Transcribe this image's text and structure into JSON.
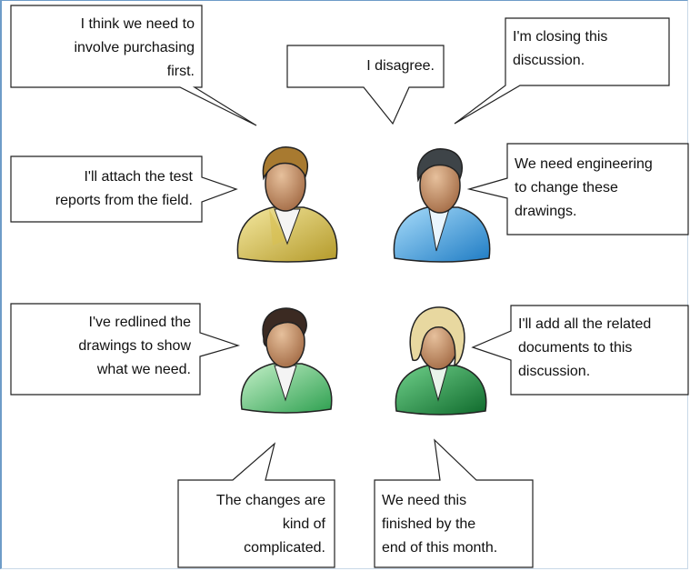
{
  "bubbles": {
    "purchasing": [
      "I think we need to",
      "involve purchasing",
      "first."
    ],
    "disagree": [
      "I disagree."
    ],
    "closing": [
      "I'm closing this",
      "discussion."
    ],
    "test_reports": [
      "I'll attach the test",
      "reports from the field."
    ],
    "engineering": [
      "We need engineering",
      "to change these",
      "drawings."
    ],
    "redlined": [
      "I've redlined the",
      "drawings to show",
      "what we need."
    ],
    "related_docs": [
      "I'll add all the related",
      "documents to this",
      "discussion."
    ],
    "complicated": [
      "The changes are",
      "kind of",
      "complicated."
    ],
    "finished": [
      "We need this",
      "finished by the",
      "end of this month."
    ]
  },
  "people": [
    {
      "name": "person-yellow",
      "shirt": "#e8d270",
      "shirt_dark": "#b49a2a",
      "hair": "#a87a30"
    },
    {
      "name": "person-blue",
      "shirt": "#6ab8ec",
      "shirt_dark": "#1f7cc4",
      "hair": "#3e4448"
    },
    {
      "name": "person-green-light",
      "shirt": "#8fdc9c",
      "shirt_dark": "#2ea050",
      "hair": "#3b2a22"
    },
    {
      "name": "person-green-dark",
      "shirt": "#3fae5c",
      "shirt_dark": "#147a34",
      "hair": "#e8d8a0"
    }
  ],
  "colors": {
    "bubble_stroke": "#222222",
    "frame": "#6e9cc8",
    "skin": "#c08a62"
  }
}
